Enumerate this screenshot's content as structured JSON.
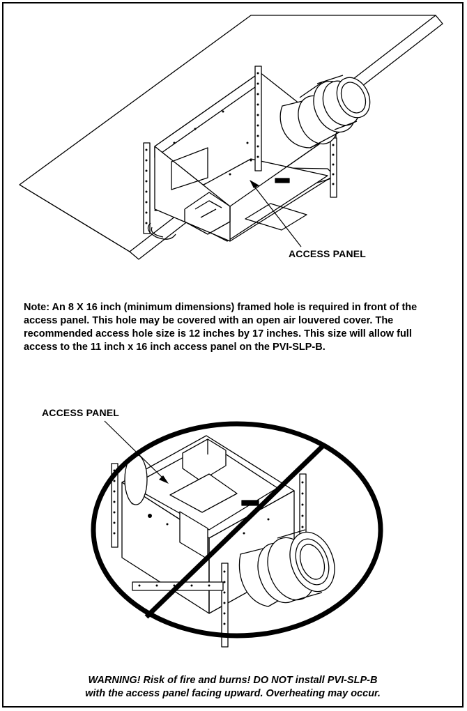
{
  "figure_top": {
    "callout": "ACCESS PANEL"
  },
  "note": {
    "text": "Note:  An 8 X 16 inch (minimum dimensions) framed hole is required  in front of the access panel. This hole may be covered with an open air louvered cover.  The recommended access hole size is 12 inches by 17 inches.  This size will allow full access to the 11 inch x 16 inch access panel on the PVI-SLP-B."
  },
  "figure_bottom": {
    "callout": "ACCESS PANEL"
  },
  "warning": {
    "line1": "WARNING!  Risk of fire and burns! DO NOT install PVI-SLP-B",
    "line2": "with the access panel facing upward. Overheating may occur."
  }
}
